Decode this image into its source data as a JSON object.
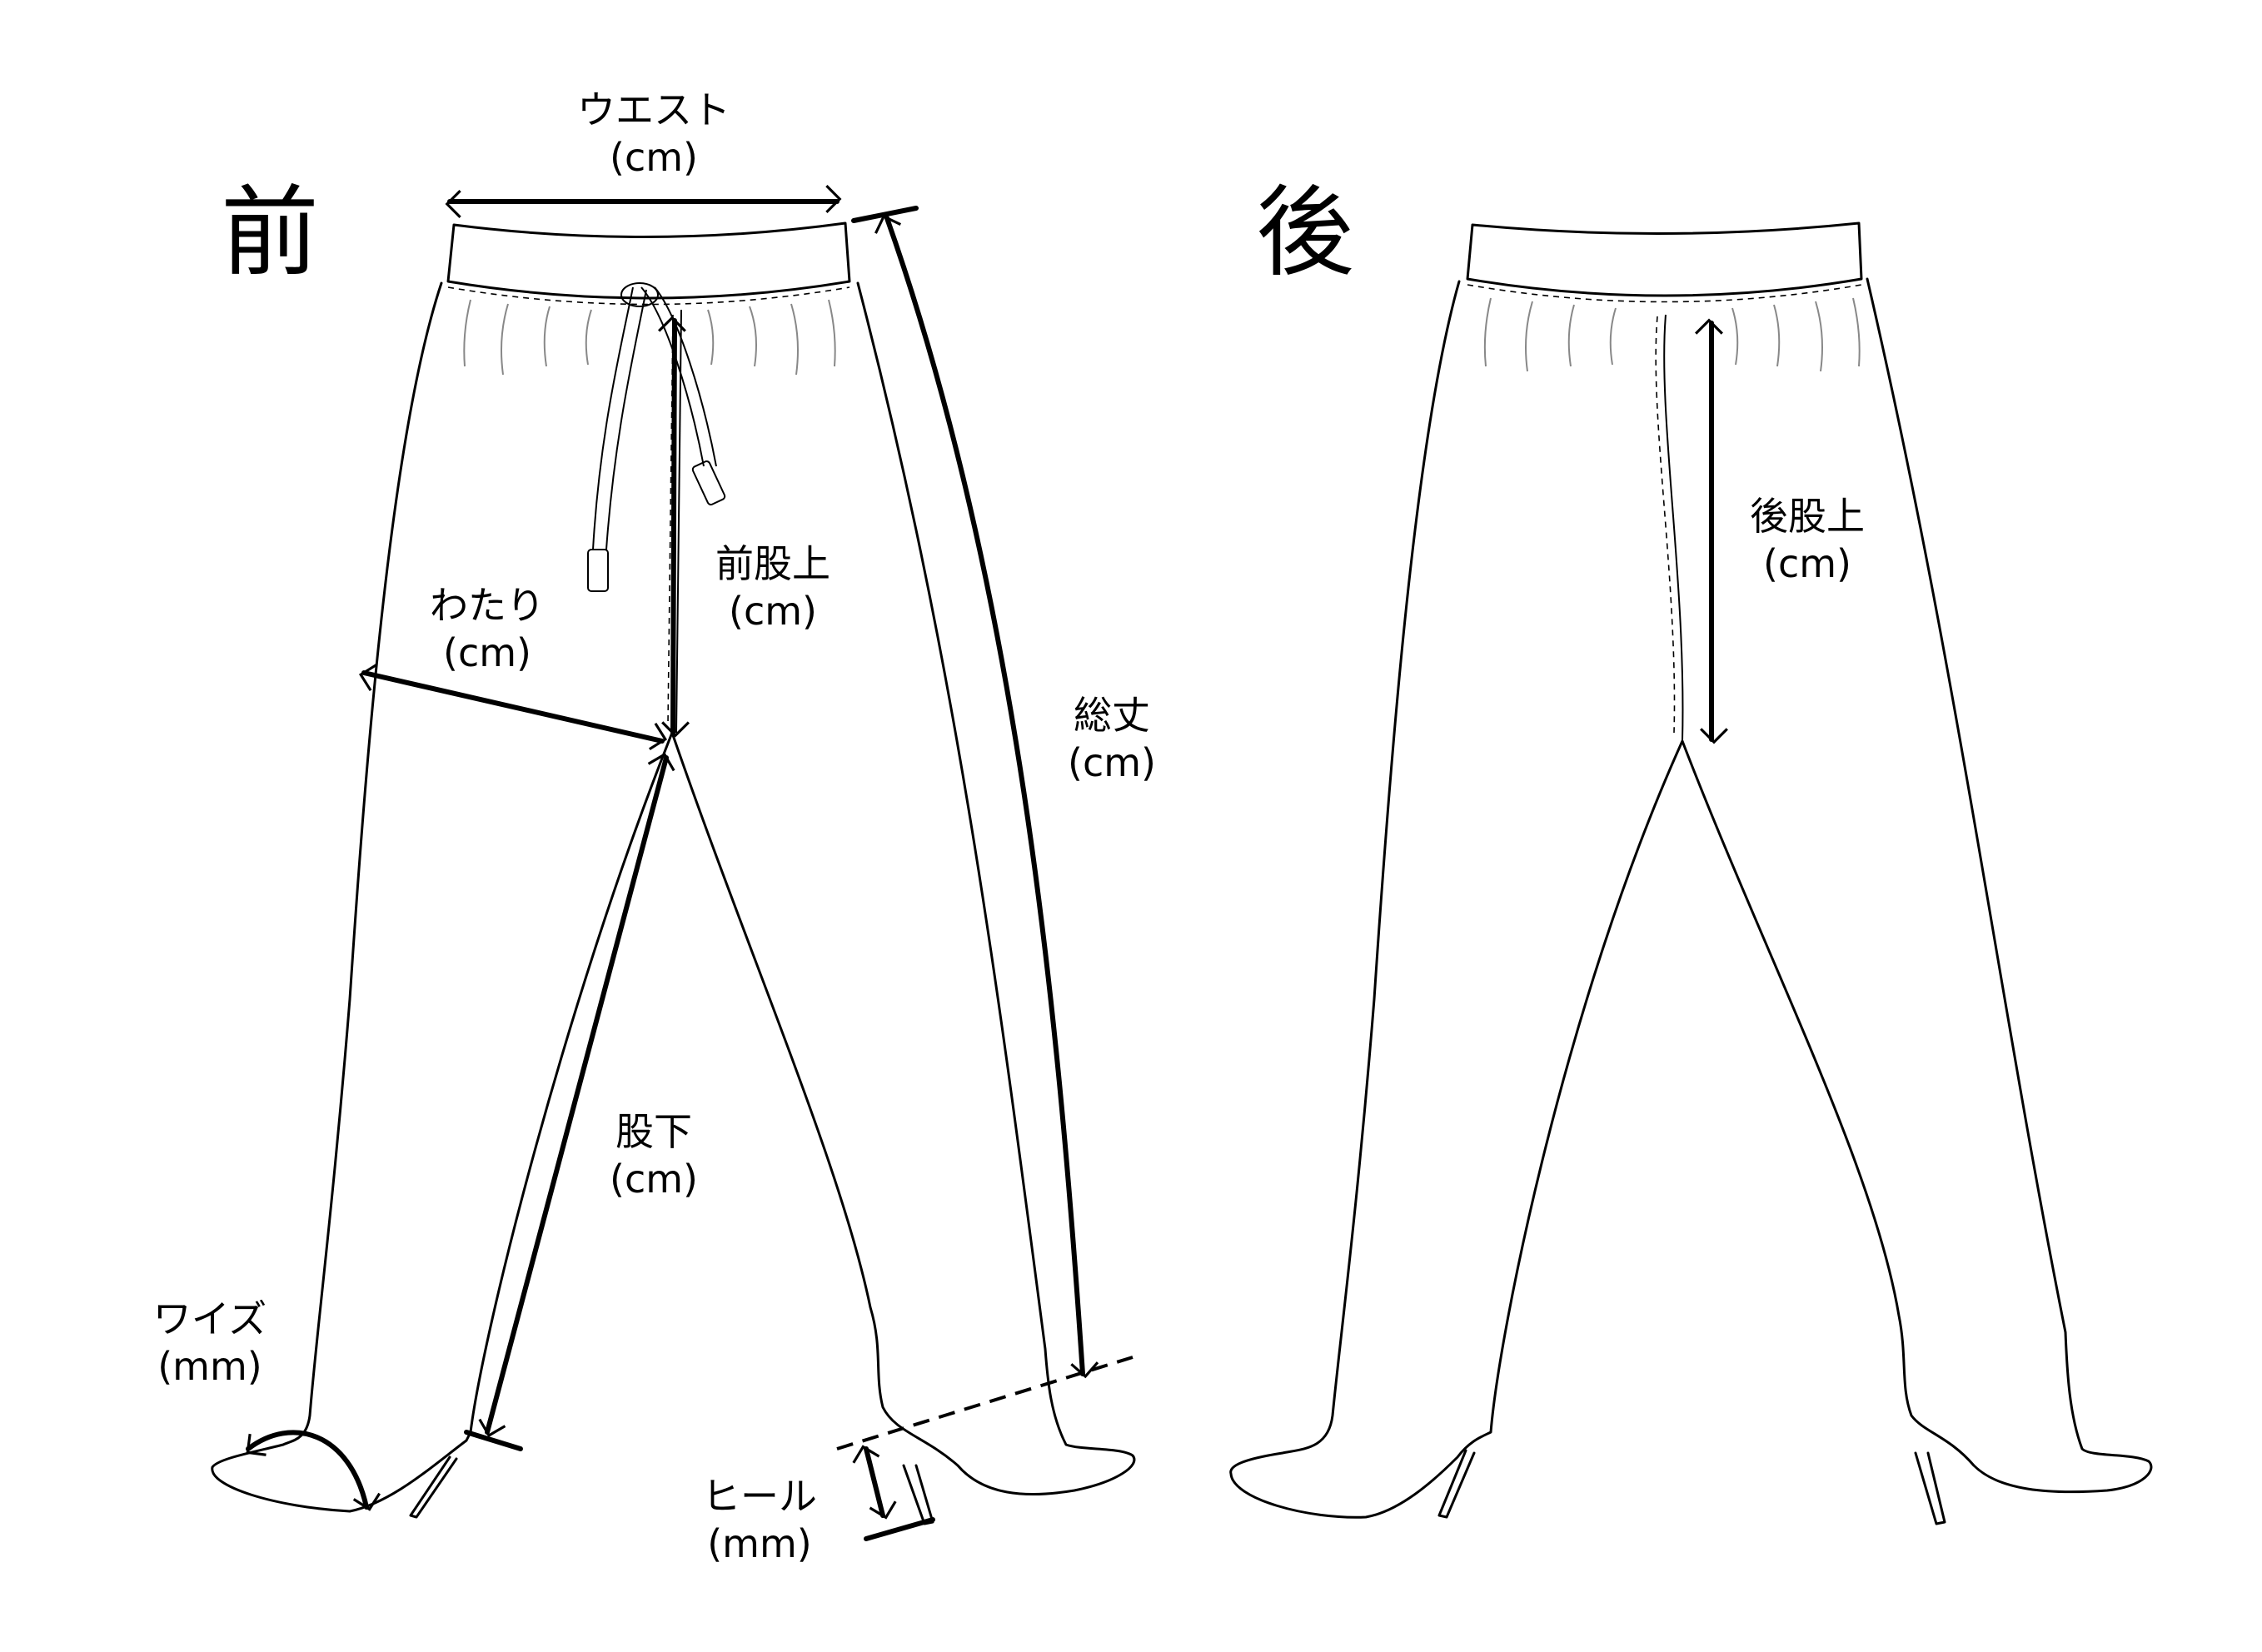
{
  "views": {
    "front_title": "前",
    "back_title": "後"
  },
  "labels": {
    "waist": {
      "name": "ウエスト",
      "unit": "(cm)"
    },
    "front_rise": {
      "name": "前股上",
      "unit": "(cm)"
    },
    "thigh": {
      "name": "わたり",
      "unit": "(cm)"
    },
    "length": {
      "name": "総丈",
      "unit": "(cm)"
    },
    "inseam": {
      "name": "股下",
      "unit": "(cm)"
    },
    "width": {
      "name": "ワイズ",
      "unit": "(mm)"
    },
    "heel": {
      "name": "ヒール",
      "unit": "(mm)"
    },
    "back_rise": {
      "name": "後股上",
      "unit": "(cm)"
    }
  }
}
